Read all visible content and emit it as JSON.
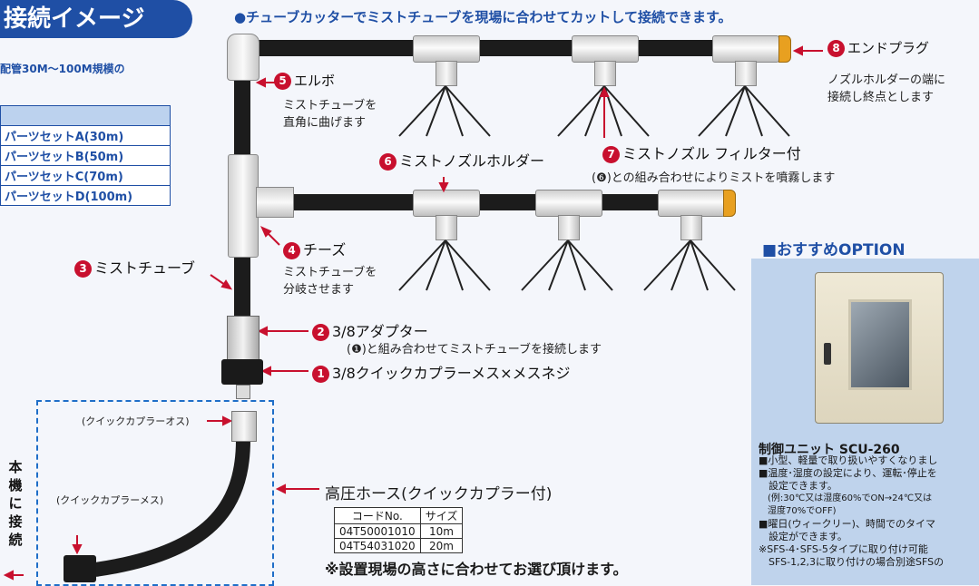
{
  "title": "接続イメージ",
  "header": "●チューブカッターでミストチューブを現場に合わせてカットして接続できます。",
  "left_note": "配管30M〜100M規模の",
  "parts_sets": [
    "パーツセットA(30m)",
    "パーツセットB(50m)",
    "パーツセットC(70m)",
    "パーツセットD(100m)"
  ],
  "parts": {
    "p1": {
      "num": "1",
      "label": "3/8クイックカプラーメス×メスネジ"
    },
    "p2": {
      "num": "2",
      "label": "3/8アダプター",
      "desc": "(❶)と組み合わせてミストチューブを接続します"
    },
    "p3": {
      "num": "3",
      "label": "ミストチューブ"
    },
    "p4": {
      "num": "4",
      "label": "チーズ",
      "desc1": "ミストチューブを",
      "desc2": "分岐させます"
    },
    "p5": {
      "num": "5",
      "label": "エルボ",
      "desc1": "ミストチューブを",
      "desc2": "直角に曲げます"
    },
    "p6": {
      "num": "6",
      "label": "ミストノズルホルダー"
    },
    "p7": {
      "num": "7",
      "label": "ミストノズル フィルター付",
      "desc": "(❻)との組み合わせによりミストを噴霧します"
    },
    "p8": {
      "num": "8",
      "label": "エンドプラグ",
      "desc1": "ノズルホルダーの端に",
      "desc2": "接続し終点とします"
    }
  },
  "hose": {
    "male_label": "(クイックカプラーオス)",
    "female_label": "(クイックカプラーメス)",
    "side_text": [
      "本",
      "機",
      "に",
      "接",
      "続"
    ],
    "label": "高圧ホース(クイックカプラー付)",
    "table_headers": [
      "コードNo.",
      "サイズ"
    ],
    "rows": [
      [
        "04T50001010",
        "10m"
      ],
      [
        "04T54031020",
        "20m"
      ]
    ],
    "note": "※設置現場の高さに合わせてお選び頂けます。"
  },
  "option": {
    "title": "■おすすめOPTION",
    "product_name": "制御ユニット SCU-260",
    "lines": [
      "■小型、軽量で取り扱いやすくなりまし",
      "■温度･湿度の設定により、運転･停止を",
      "　設定できます。",
      "　(例:30℃又は湿度60%でON→24℃又は",
      "　湿度70%でOFF)",
      "■曜日(ウィークリー)、時間でのタイマ",
      "　設定ができます。",
      "※SFS-4･SFS-5タイプに取り付け可能",
      "　SFS-1,2,3に取り付けの場合別途SFSの"
    ]
  },
  "colors": {
    "accent": "#1f4fa5",
    "callout": "#c8102e",
    "tube": "#1c1c1c",
    "plug": "#e8a020"
  }
}
